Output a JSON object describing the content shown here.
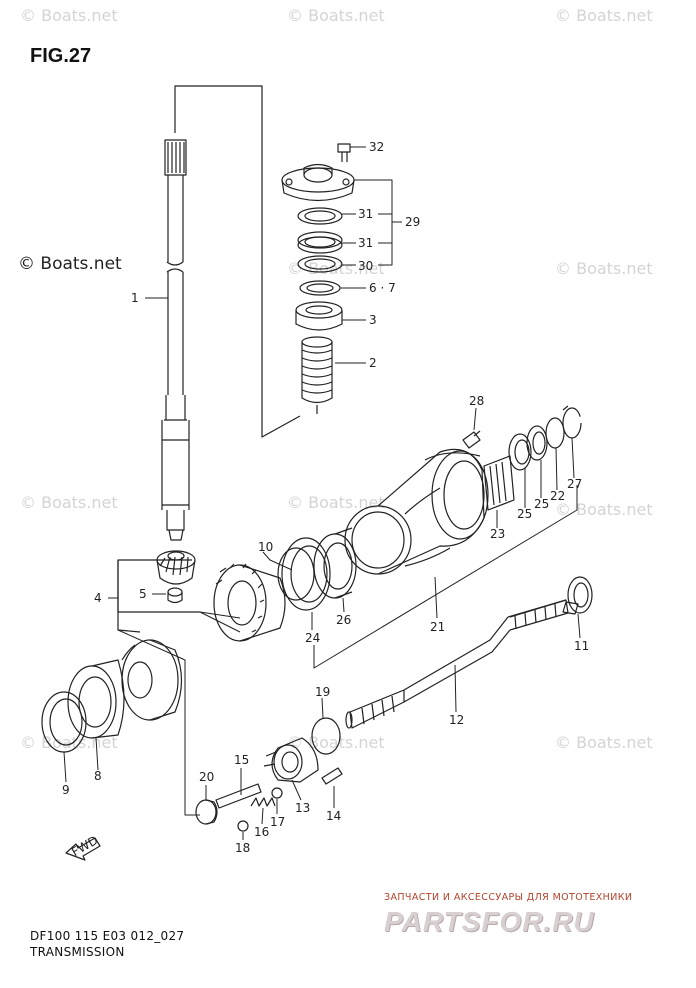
{
  "figure": {
    "title": "FIG.27",
    "model_code": "DF100 115 E03 012_027",
    "section": "TRANSMISSION"
  },
  "watermark": {
    "text": "© Boats.net",
    "main": "© Boats.net"
  },
  "brand": {
    "tagline": "ЗАПЧАСТИ И АКСЕССУАРЫ ДЛЯ МОТОТЕХНИКИ",
    "logo": "PARTSFOR.RU"
  },
  "direction_arrow": "FWD",
  "callouts": [
    "1",
    "2",
    "3",
    "4",
    "5",
    "6 · 7",
    "8",
    "9",
    "10",
    "11",
    "12",
    "13",
    "14",
    "15",
    "16",
    "17",
    "18",
    "19",
    "20",
    "21",
    "22",
    "23",
    "24",
    "25",
    "25",
    "26",
    "27",
    "28",
    "29",
    "30",
    "31",
    "31",
    "32"
  ],
  "colors": {
    "line": "#222222",
    "watermark": "#d4d4d4",
    "brand_red": "#b2432b"
  }
}
